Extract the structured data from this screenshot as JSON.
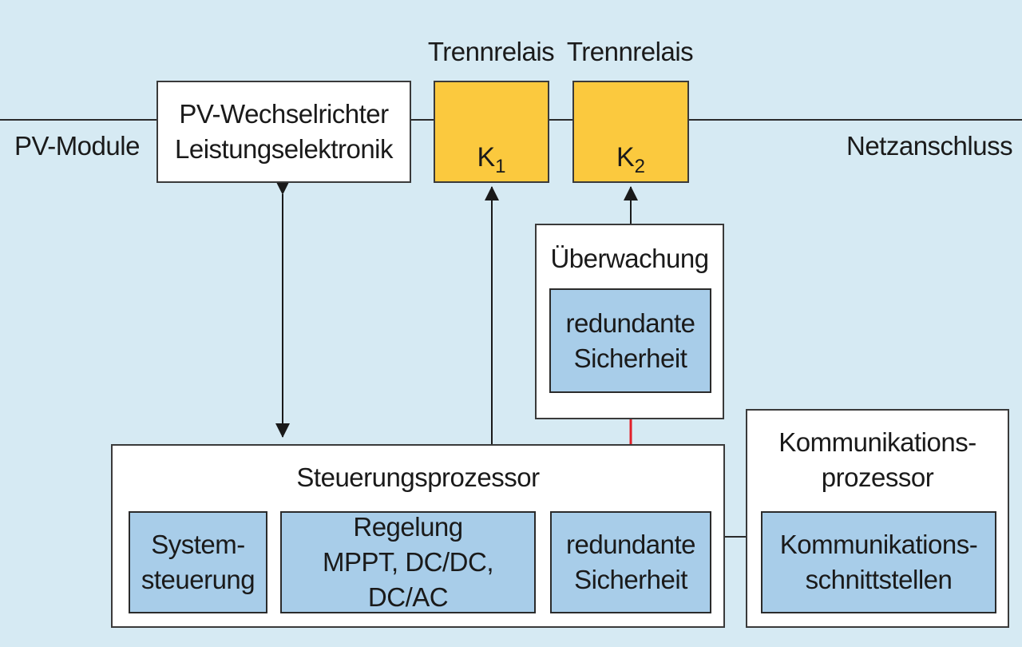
{
  "inputs": {
    "pv_modules": "PV-Module",
    "grid_connection": "Netzanschluss"
  },
  "inverter": {
    "line1": "PV-Wechselrichter",
    "line2": "Leistungselektronik"
  },
  "relays": [
    {
      "title": "Trennrelais",
      "label": "K",
      "sub": "1"
    },
    {
      "title": "Trennrelais",
      "label": "K",
      "sub": "2"
    }
  ],
  "monitoring": {
    "title": "Überwachung",
    "inner_line1": "redundante",
    "inner_line2": "Sicherheit"
  },
  "control": {
    "title": "Steuerungsprozessor",
    "blocks": [
      {
        "line1": "System-",
        "line2": "steuerung"
      },
      {
        "line1": "Regelung",
        "line2": "MPPT, DC/DC, DC/AC"
      },
      {
        "line1": "redundante",
        "line2": "Sicherheit"
      }
    ]
  },
  "communication": {
    "title_line1": "Kommunikations-",
    "title_line2": "prozessor",
    "inner_line1": "Kommunikations-",
    "inner_line2": "schnittstellen"
  },
  "colors": {
    "background": "#d6eaf3",
    "relay_fill": "#fbc93e",
    "block_fill": "#a8cde9",
    "safety_link": "#e2202a",
    "line": "#2b2b2b"
  }
}
